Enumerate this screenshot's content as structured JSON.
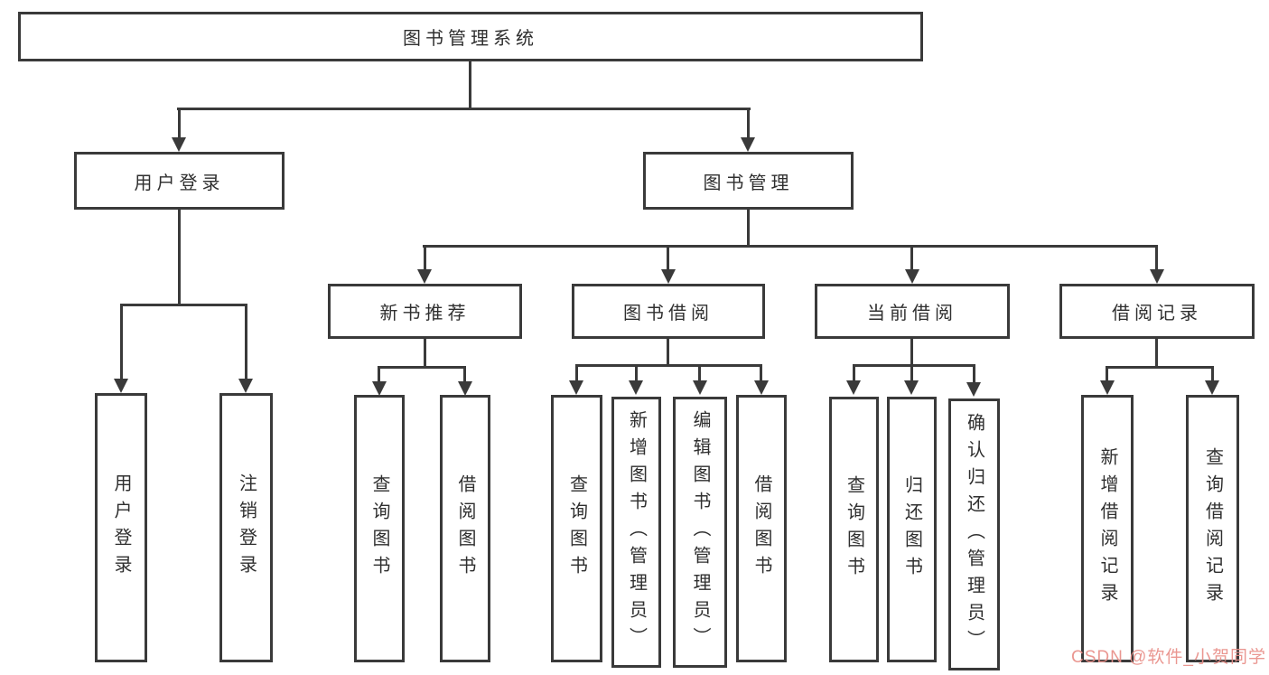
{
  "diagram": {
    "type": "tree",
    "title": "图书管理系统",
    "nodes": {
      "root": "图书管理系统",
      "user_login": "用户登录",
      "book_management": "图书管理",
      "new_book_recommend": "新书推荐",
      "book_borrow": "图书借阅",
      "current_borrow": "当前借阅",
      "borrow_records": "借阅记录",
      "leaf_user_login": "用户登录",
      "leaf_logout": "注销登录",
      "nb_query_books": "查询图书",
      "nb_borrow_books": "借阅图书",
      "bb_query_books": "查询图书",
      "bb_add_books": "新增图书（管理员）",
      "bb_edit_books": "编辑图书（管理员）",
      "bb_borrow_books": "借阅图书",
      "cb_query_books": "查询图书",
      "cb_return_books": "归还图书",
      "cb_confirm_return": "确认归还（管理员）",
      "br_add_record": "新增借阅记录",
      "br_query_record": "查询借阅记录"
    },
    "hierarchy": {
      "图书管理系统": {
        "用户登录": [
          "用户登录",
          "注销登录"
        ],
        "图书管理": {
          "新书推荐": [
            "查询图书",
            "借阅图书"
          ],
          "图书借阅": [
            "查询图书",
            "新增图书（管理员）",
            "编辑图书（管理员）",
            "借阅图书"
          ],
          "当前借阅": [
            "查询图书",
            "归还图书",
            "确认归还（管理员）"
          ],
          "借阅记录": [
            "新增借阅记录",
            "查询借阅记录"
          ]
        }
      }
    }
  },
  "watermark": {
    "text": "CSDN @软件_小贺同学",
    "color": "#e88e88"
  },
  "colors": {
    "background": "#ffffff",
    "line": "#3a3a3a",
    "text": "#2f2f2f"
  }
}
